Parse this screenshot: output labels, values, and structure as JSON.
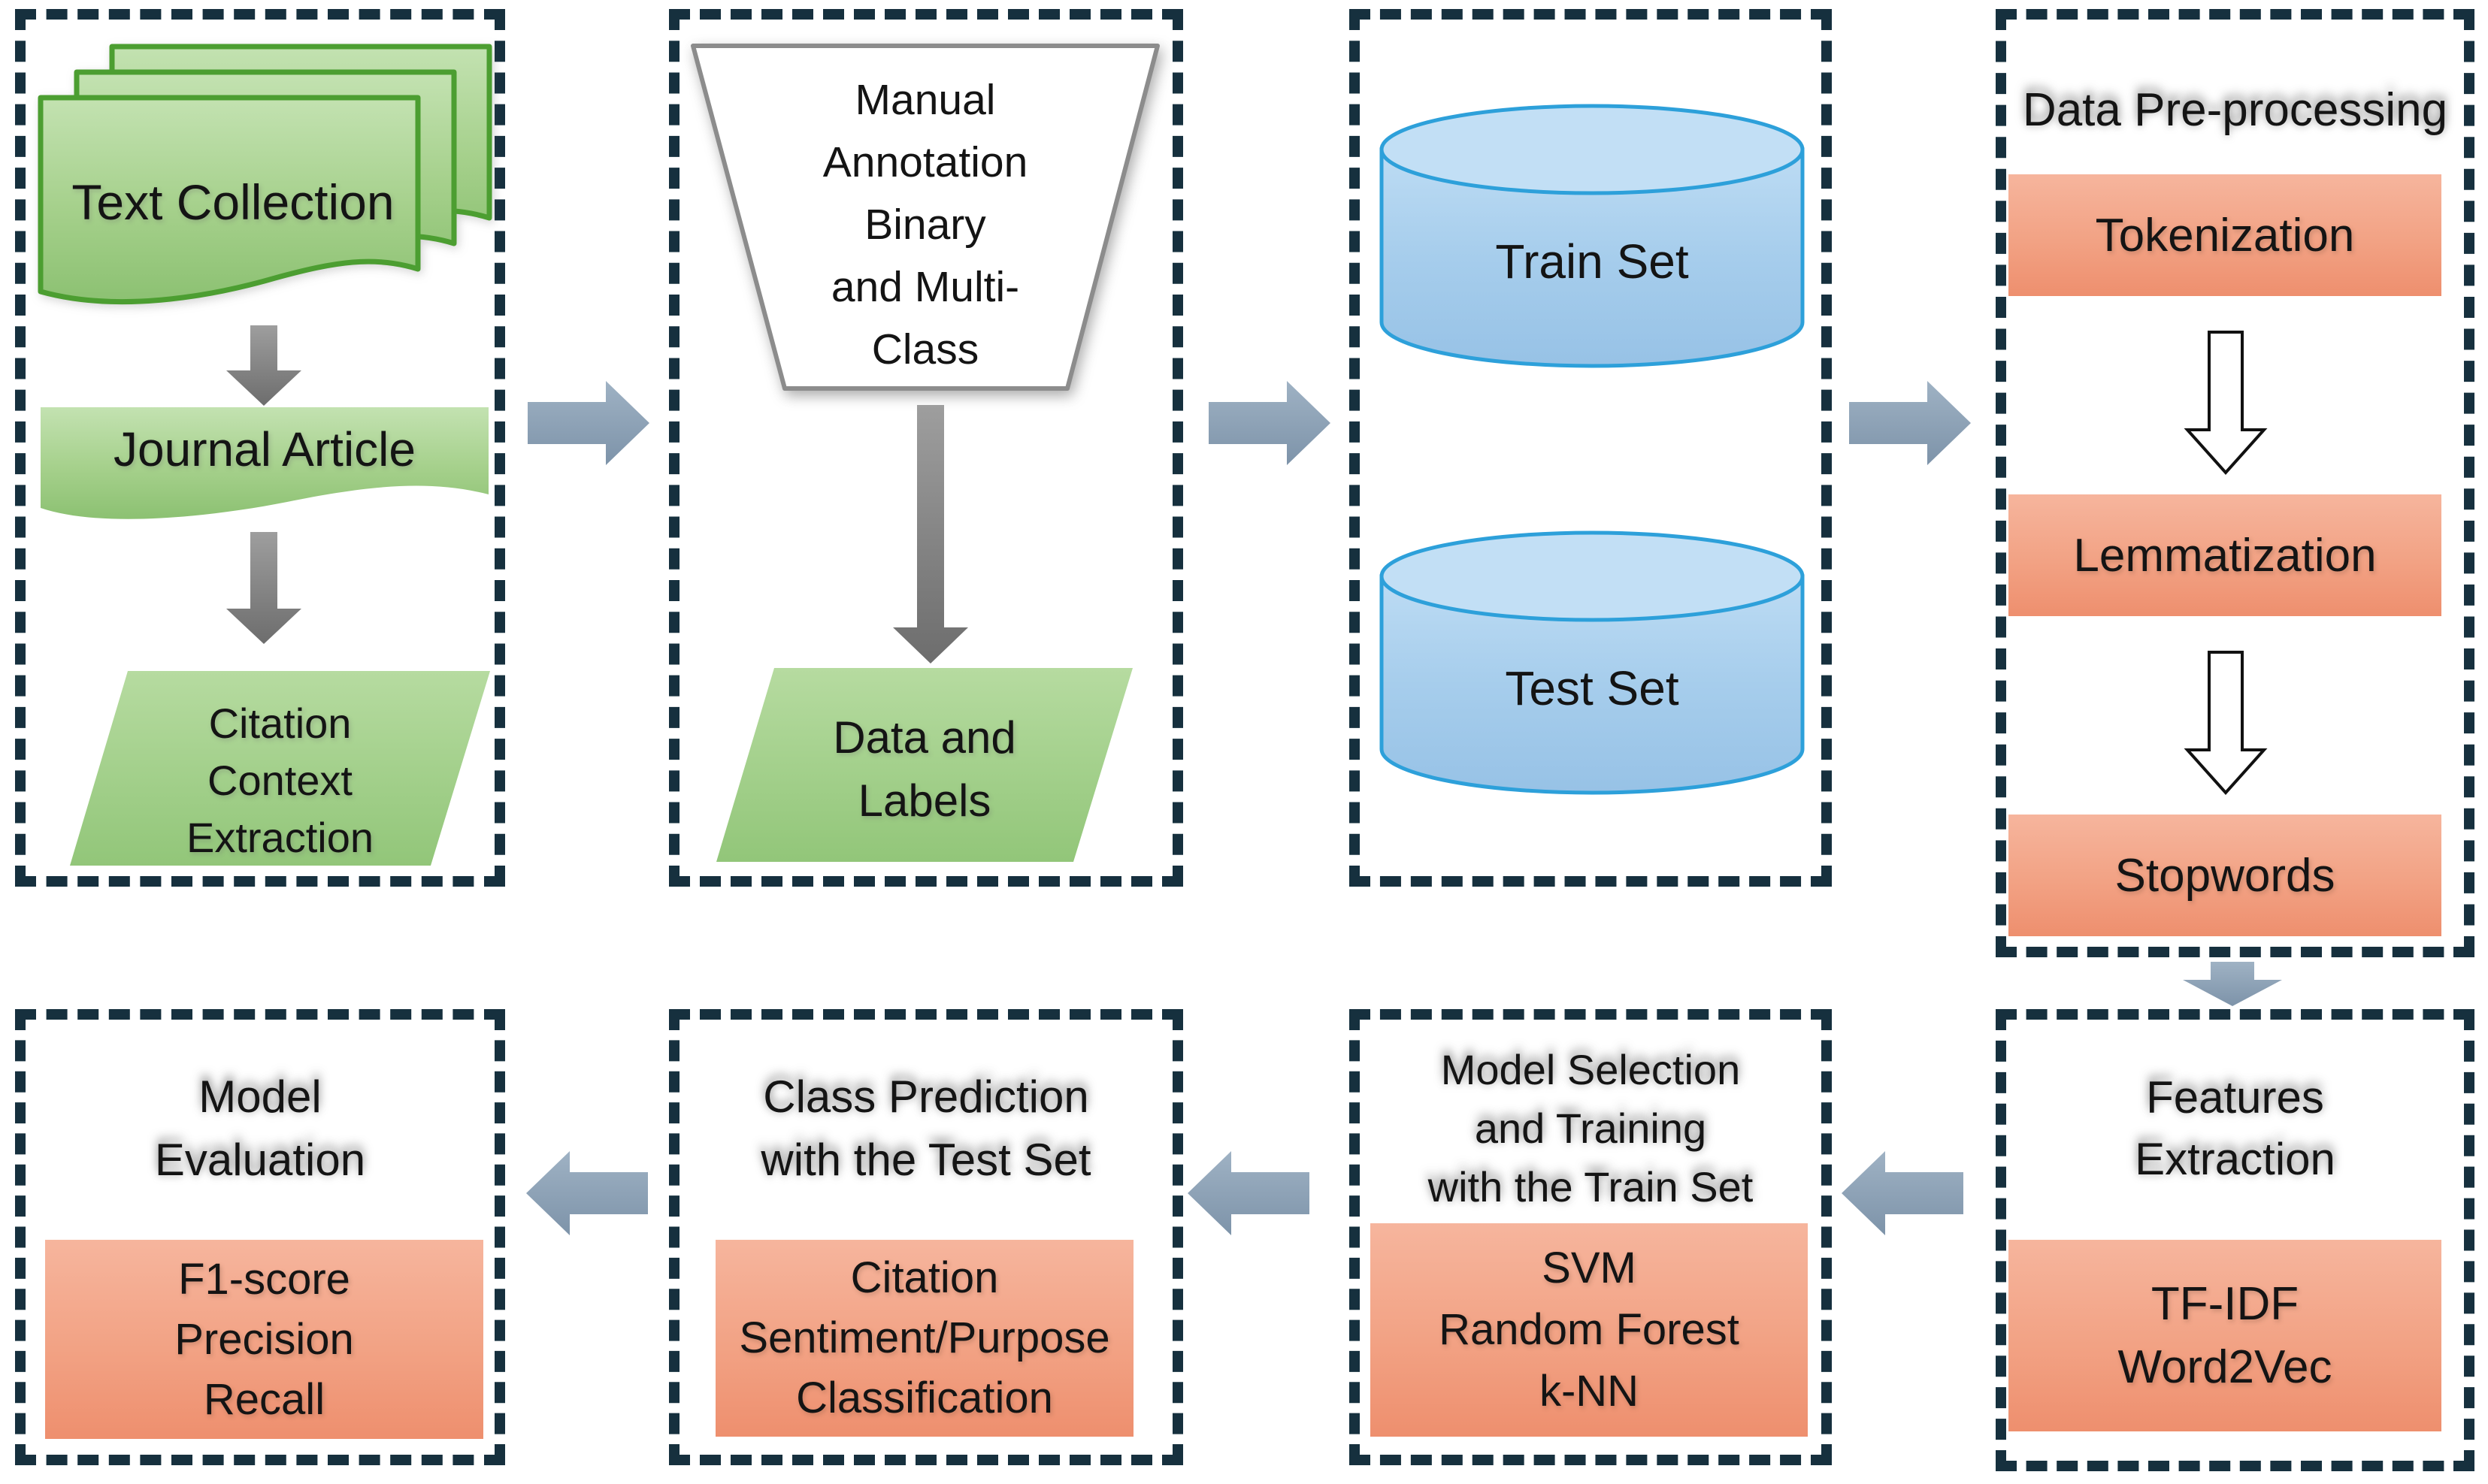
{
  "stage_collection": {
    "doc_label": "Text Collection",
    "journal_label": "Journal Article",
    "extraction_lines": [
      "Citation",
      "Context",
      "Extraction"
    ]
  },
  "stage_annotation": {
    "funnel_lines": [
      "Manual",
      "Annotation",
      "Binary",
      "and Multi-",
      "Class"
    ],
    "output_lines": [
      "Data and",
      "Labels"
    ]
  },
  "stage_datasets": {
    "train_label": "Train Set",
    "test_label": "Test Set"
  },
  "stage_preprocessing": {
    "title": "Data Pre-processing",
    "steps": [
      "Tokenization",
      "Lemmatization",
      "Stopwords"
    ]
  },
  "stage_features": {
    "title_lines": [
      "Features",
      "Extraction"
    ],
    "method_lines": [
      "TF-IDF",
      "Word2Vec"
    ]
  },
  "stage_training": {
    "title_lines": [
      "Model Selection",
      "and Training",
      "with the Train Set"
    ],
    "model_lines": [
      "SVM",
      "Random Forest",
      "k-NN"
    ]
  },
  "stage_prediction": {
    "title_lines": [
      "Class Prediction",
      "with the Test Set"
    ],
    "task_lines": [
      "Citation",
      "Sentiment/Purpose",
      "Classification"
    ]
  },
  "stage_evaluation": {
    "title_lines": [
      "Model",
      "Evaluation"
    ],
    "metric_lines": [
      "F1-score",
      "Precision",
      "Recall"
    ]
  },
  "colors": {
    "panel_border": "#16303e",
    "green_border": "#4c9e31",
    "green_fill": "#a9d18e",
    "salmon_fill": "#f2a284",
    "cylinder_border": "#2da0da",
    "cylinder_fill": "#a6cdec",
    "flow_arrow": "#8da2b7",
    "gray_arrow": "#8c8c8c"
  }
}
